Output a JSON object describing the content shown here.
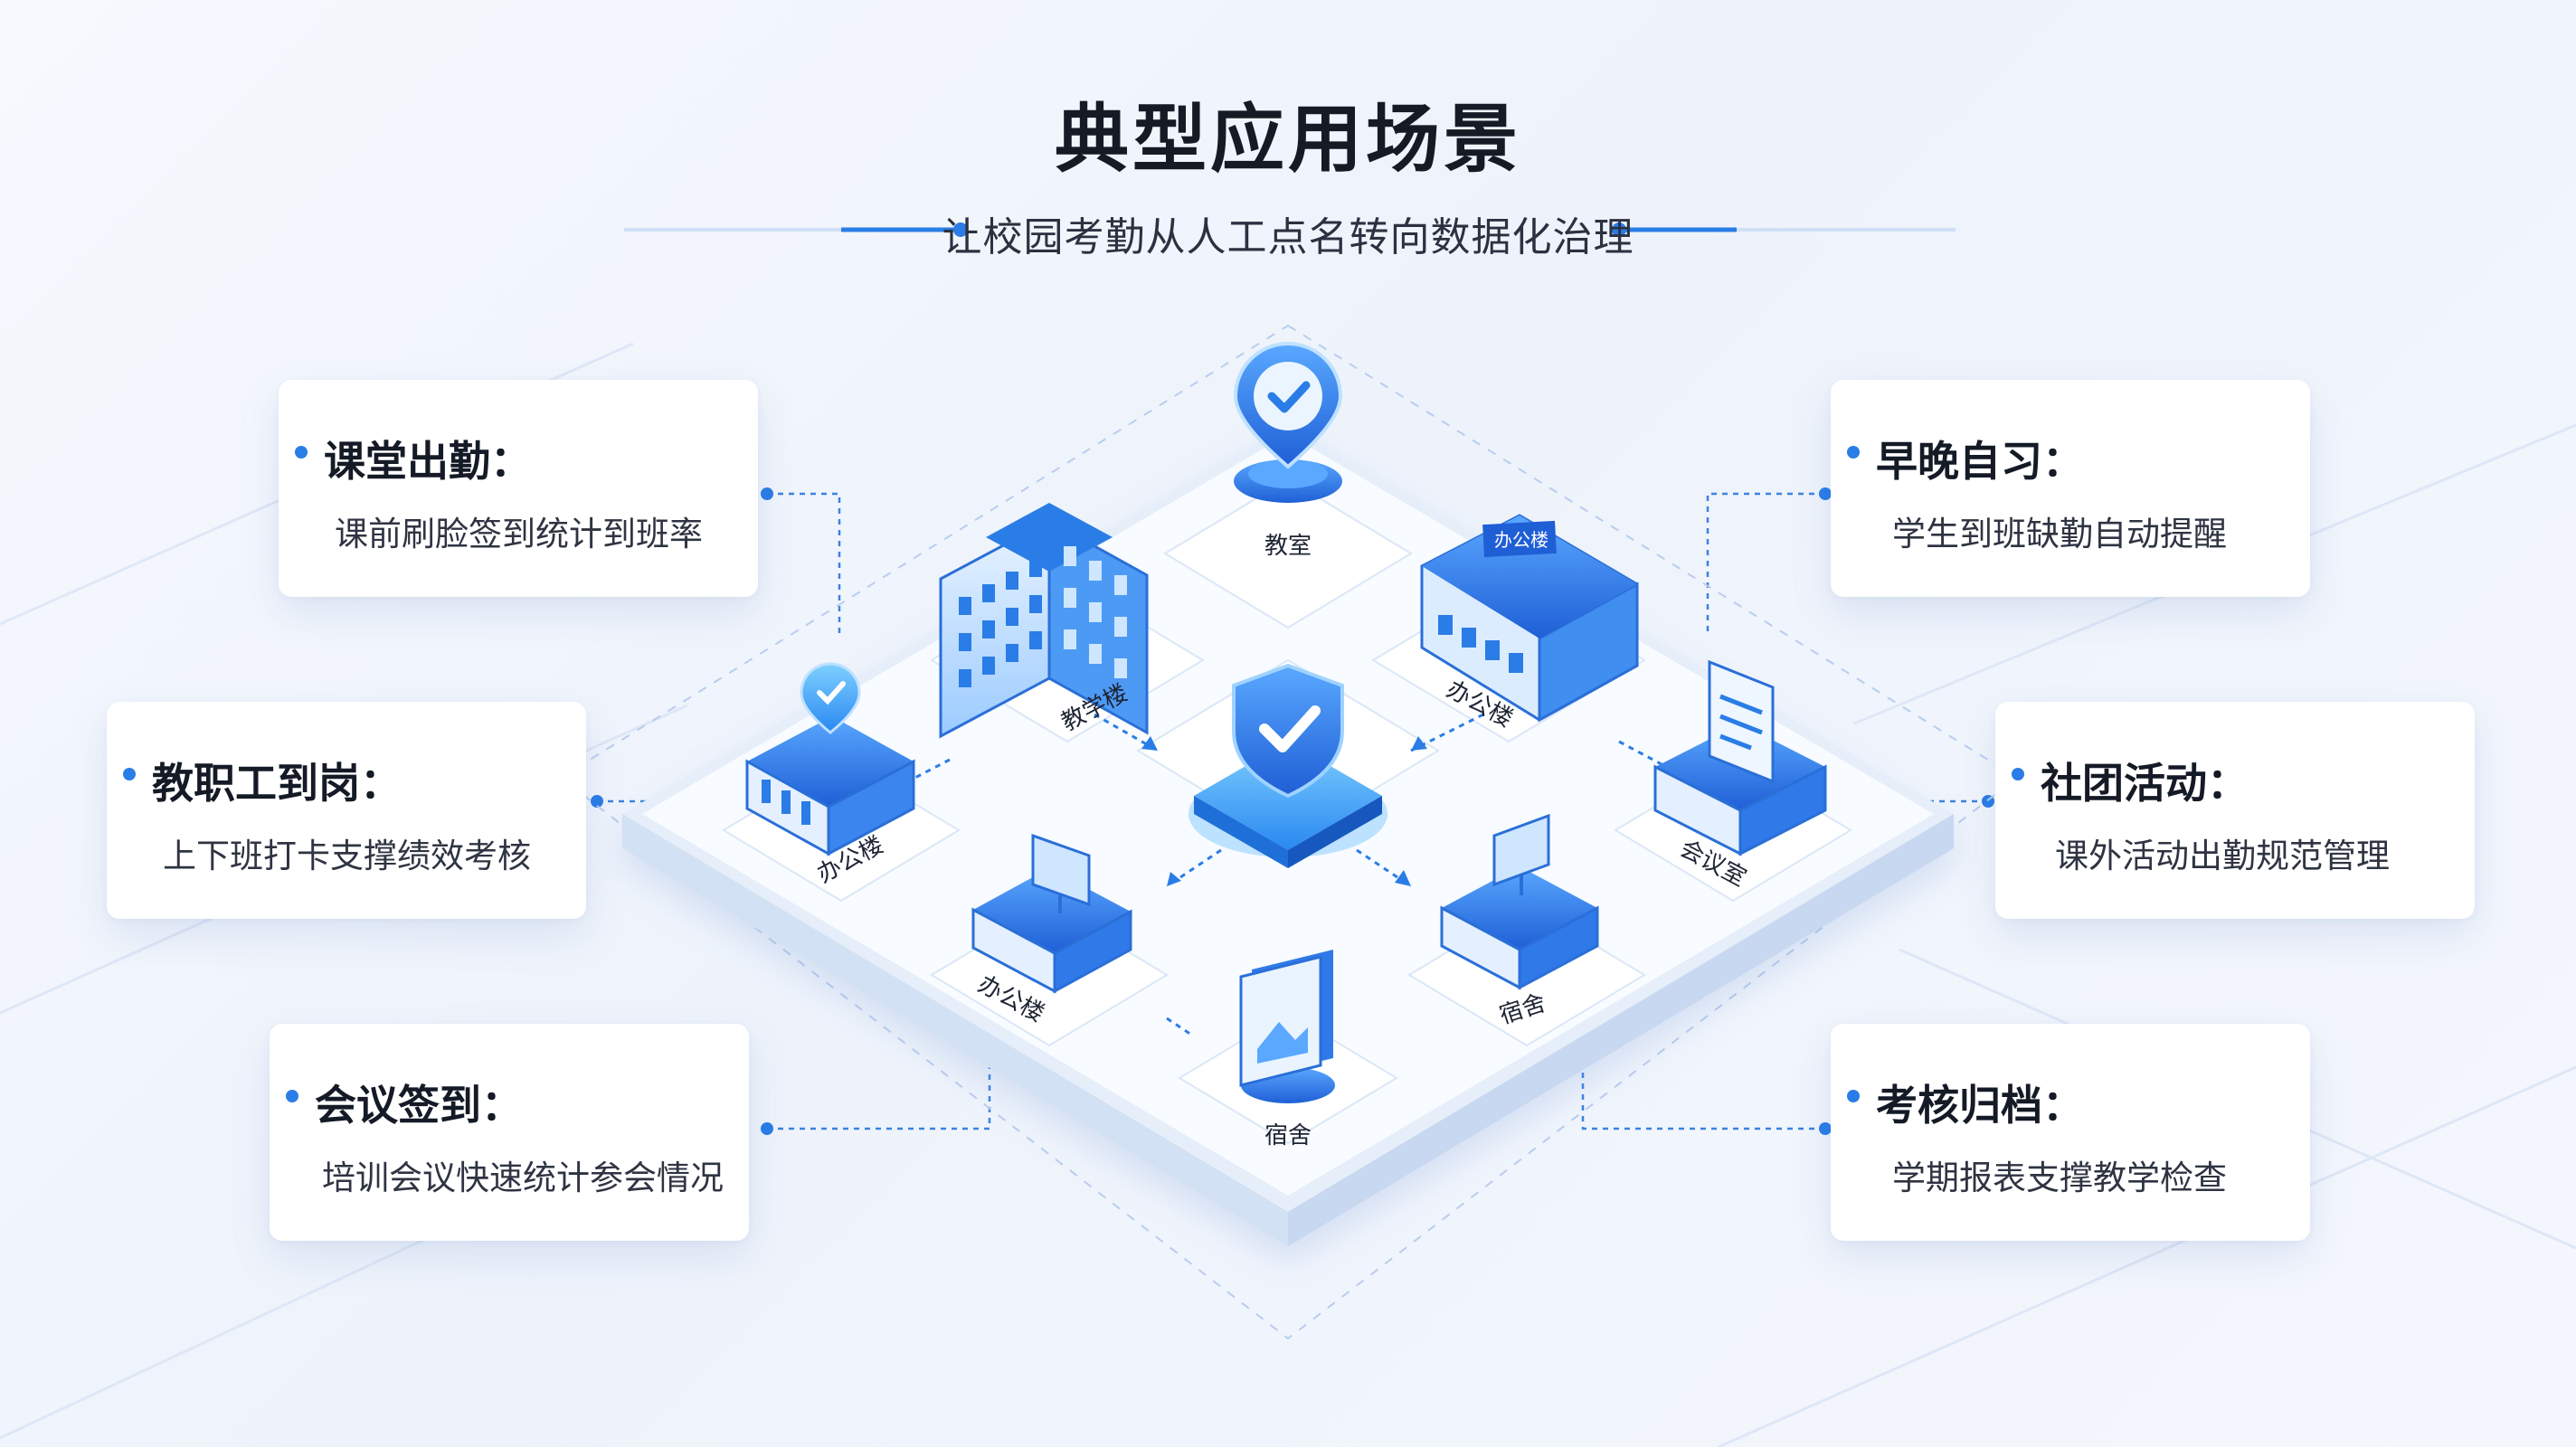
{
  "header": {
    "title": "典型应用场景",
    "subtitle": "让校园考勤从人工点名转向数据化治理"
  },
  "cards": [
    {
      "title": "课堂出勤：",
      "desc": "课前刷脸签到统计到班率"
    },
    {
      "title": "教职工到岗：",
      "desc": "上下班打卡支撑绩效考核"
    },
    {
      "title": "会议签到：",
      "desc": "培训会议快速统计参会情况"
    },
    {
      "title": "早晚自习：",
      "desc": "学生到班缺勤自动提醒"
    },
    {
      "title": "社团活动：",
      "desc": "课外活动出勤规范管理"
    },
    {
      "title": "考核归档：",
      "desc": "学期报表支撑教学检查"
    }
  ],
  "platform": {
    "nodes": [
      "教室",
      "教学楼",
      "办公楼",
      "办公楼",
      "会议室",
      "办公楼",
      "宿舍",
      "宿舍"
    ],
    "building_sign": "办公楼"
  },
  "colors": {
    "accent": "#2a7de6",
    "deep_blue": "#1f5fd6",
    "light_blue": "#6fb6ff",
    "card_bg": "#ffffff"
  },
  "icons": [
    "location-check-icon",
    "shield-check-icon",
    "building-icon",
    "office-building-icon",
    "desk-computer-icon",
    "document-tray-icon",
    "photo-stack-icon"
  ]
}
